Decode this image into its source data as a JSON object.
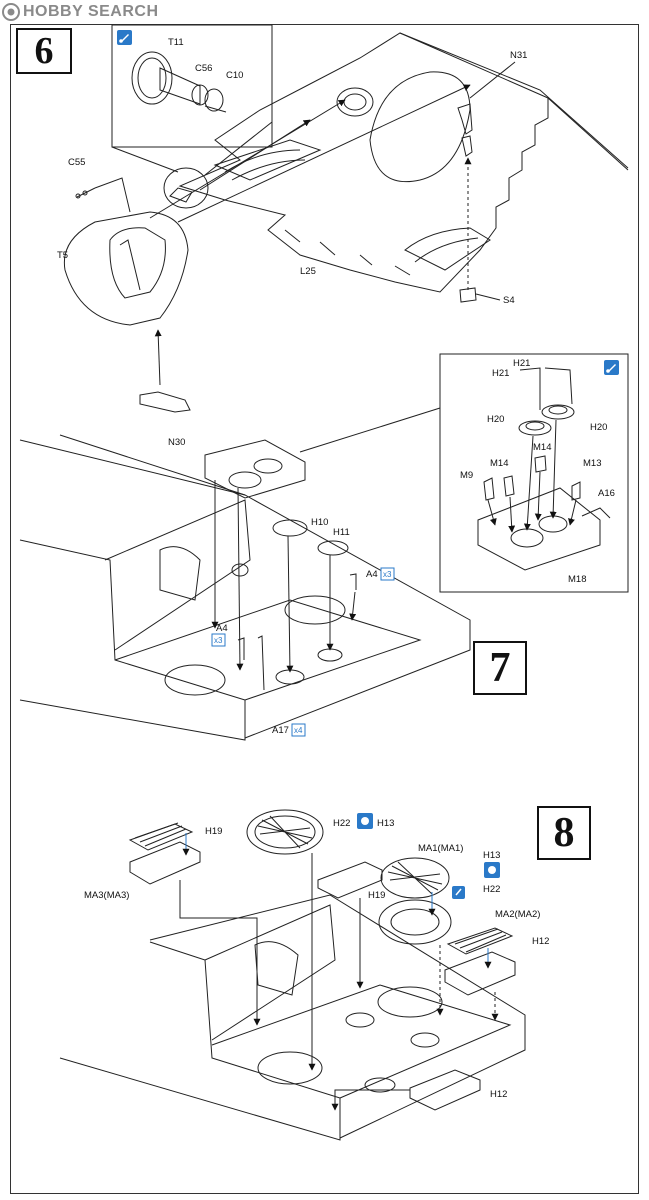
{
  "watermark": {
    "text": "HOBBY SEARCH"
  },
  "steps": {
    "six": "6",
    "seven": "7",
    "eight": "8"
  },
  "labels": {
    "T11": "T11",
    "C56": "C56",
    "C10": "C10",
    "C55": "C55",
    "T5": "T5",
    "N31": "N31",
    "L25": "L25",
    "S4": "S4",
    "N30": "N30",
    "H21a": "H21",
    "H21b": "H21",
    "H20a": "H20",
    "H20b": "H20",
    "M14a": "M14",
    "M14b": "M14",
    "M9": "M9",
    "M13": "M13",
    "A16": "A16",
    "M18": "M18",
    "H10": "H10",
    "H11": "H11",
    "A4a": "A4",
    "A4b": "A4",
    "A17": "A17",
    "H22a": "H22",
    "H13a": "H13",
    "H19a": "H19",
    "MA3": "MA3(MA3)",
    "MA1": "MA1(MA1)",
    "H13b": "H13",
    "H22b": "H22",
    "H19b": "H19",
    "MA2": "MA2(MA2)",
    "H12a": "H12",
    "H12b": "H12"
  },
  "quantities": {
    "A4a": "x3",
    "A4b": "x3",
    "A17": "x4"
  },
  "colors": {
    "accent_blue": "#2a79c8",
    "line": "#222222",
    "frame": "#333333",
    "watermark": "#8a8a8a"
  },
  "icons": [
    "glue-icon",
    "paint-icon",
    "photo-etch-icon"
  ]
}
